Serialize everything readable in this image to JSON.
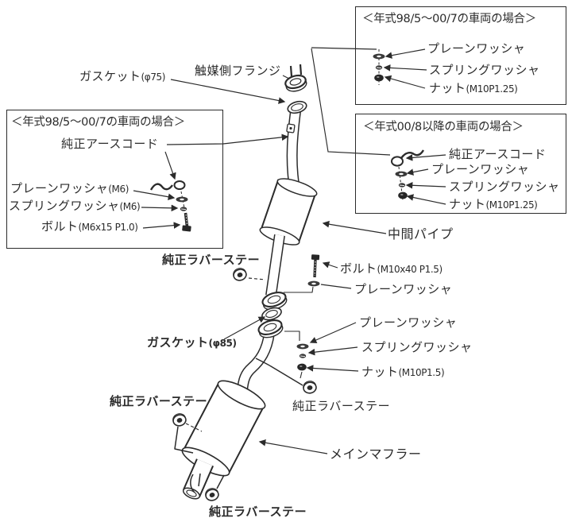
{
  "colors": {
    "ink": "#2b2b2b",
    "background": "#ffffff"
  },
  "boxes": {
    "top_right": {
      "title": "＜年式98/5～00/7の車両の場合＞",
      "items": [
        {
          "name": "プレーンワッシャ",
          "spec": ""
        },
        {
          "name": "スプリングワッシャ",
          "spec": ""
        },
        {
          "name": "ナット",
          "spec": "(M10P1.25)"
        }
      ]
    },
    "left": {
      "title": "＜年式98/5～00/7の車両の場合＞",
      "items": [
        {
          "name": "純正アースコード",
          "spec": ""
        },
        {
          "name": "プレーンワッシャ",
          "spec": "(M6)"
        },
        {
          "name": "スプリングワッシャ",
          "spec": "(M6)"
        },
        {
          "name": "ボルト",
          "spec": "(M6x15 P1.0)"
        }
      ]
    },
    "right": {
      "title": "＜年式00/8以降の車両の場合＞",
      "items": [
        {
          "name": "純正アースコード",
          "spec": ""
        },
        {
          "name": "プレーンワッシャ",
          "spec": ""
        },
        {
          "name": "スプリングワッシャ",
          "spec": ""
        },
        {
          "name": "ナット",
          "spec": "(M10P1.25)"
        }
      ]
    }
  },
  "labels": {
    "gasket_front": {
      "name": "ガスケット",
      "spec": "(φ75)"
    },
    "catalyst_flange": {
      "name": "触媒側フランジ",
      "spec": ""
    },
    "mid_pipe": {
      "name": "中間パイプ",
      "spec": ""
    },
    "bolt_mid": {
      "name": "ボルト",
      "spec": "(M10x40 P1.5)"
    },
    "washer_mid": {
      "name": "プレーンワッシャ",
      "spec": ""
    },
    "stay_upper": {
      "name": "純正ラバーステー",
      "spec": ""
    },
    "gasket_rear": {
      "name": "ガスケット",
      "spec": "(φ85)"
    },
    "washer_low": {
      "name": "プレーンワッシャ",
      "spec": ""
    },
    "spring_low": {
      "name": "スプリングワッシャ",
      "spec": ""
    },
    "nut_low": {
      "name": "ナット",
      "spec": "(M10P1.5)"
    },
    "stay_mid_right": {
      "name": "純正ラバーステー",
      "spec": ""
    },
    "stay_mid_left": {
      "name": "純正ラバーステー",
      "spec": ""
    },
    "main_muffler": {
      "name": "メインマフラー",
      "spec": ""
    },
    "stay_tail": {
      "name": "純正ラバーステー",
      "spec": ""
    }
  }
}
